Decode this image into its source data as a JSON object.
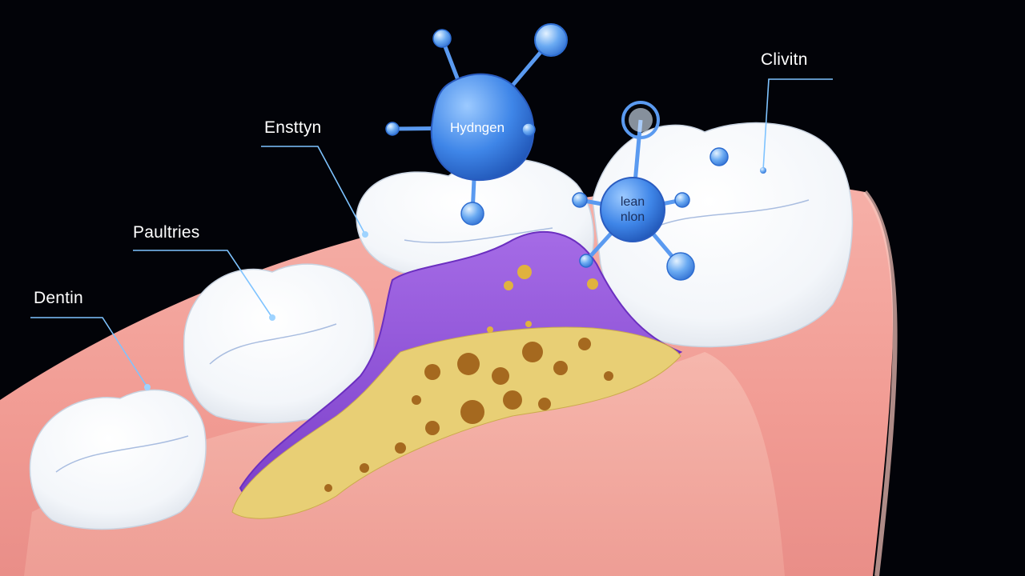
{
  "labels": {
    "dentin": "Dentin",
    "paultries": "Paultries",
    "ensttyn": "Ensttyn",
    "clivitn": "Clivitn"
  },
  "molecules": {
    "top": "Hydngen",
    "right_line1": "lean",
    "right_line2": "nlon"
  },
  "colors": {
    "background": "#020308",
    "gum": "#f3a39c",
    "tooth": "#ffffff",
    "plaque": "#8d4fd8",
    "decay": "#e8cf75",
    "molecule": "#3f86e8",
    "leader_line": "#7ec3ff"
  }
}
